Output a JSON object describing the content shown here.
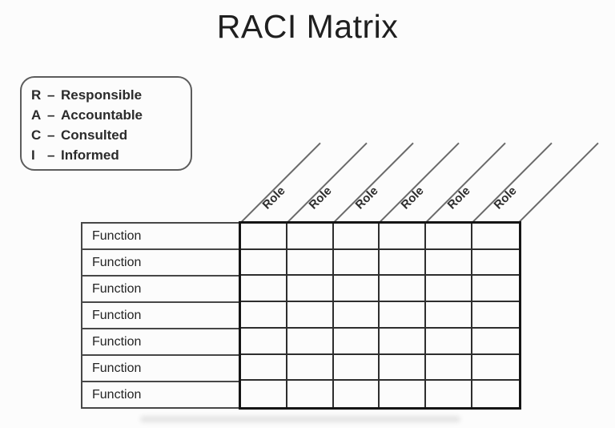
{
  "title": "RACI Matrix",
  "legend": {
    "items": [
      {
        "letter": "R",
        "separator": "–",
        "meaning": "Responsible"
      },
      {
        "letter": "A",
        "separator": "–",
        "meaning": "Accountable"
      },
      {
        "letter": "C",
        "separator": "–",
        "meaning": "Consulted"
      },
      {
        "letter": "I",
        "separator": "–",
        "meaning": "Informed"
      }
    ]
  },
  "matrix": {
    "function_rows": [
      "Function",
      "Function",
      "Function",
      "Function",
      "Function",
      "Function",
      "Function"
    ],
    "role_columns": [
      "Role",
      "Role",
      "Role",
      "Role",
      "Role",
      "Role"
    ]
  },
  "colors": {
    "background": "#fcfcfc",
    "ink": "#1f1f1f",
    "legend_border": "#5c5c5c",
    "diag_line": "#6a6a6a",
    "grid_thick": "#151515",
    "grid_inner": "#2e2e2e",
    "fn_border": "#474747"
  }
}
